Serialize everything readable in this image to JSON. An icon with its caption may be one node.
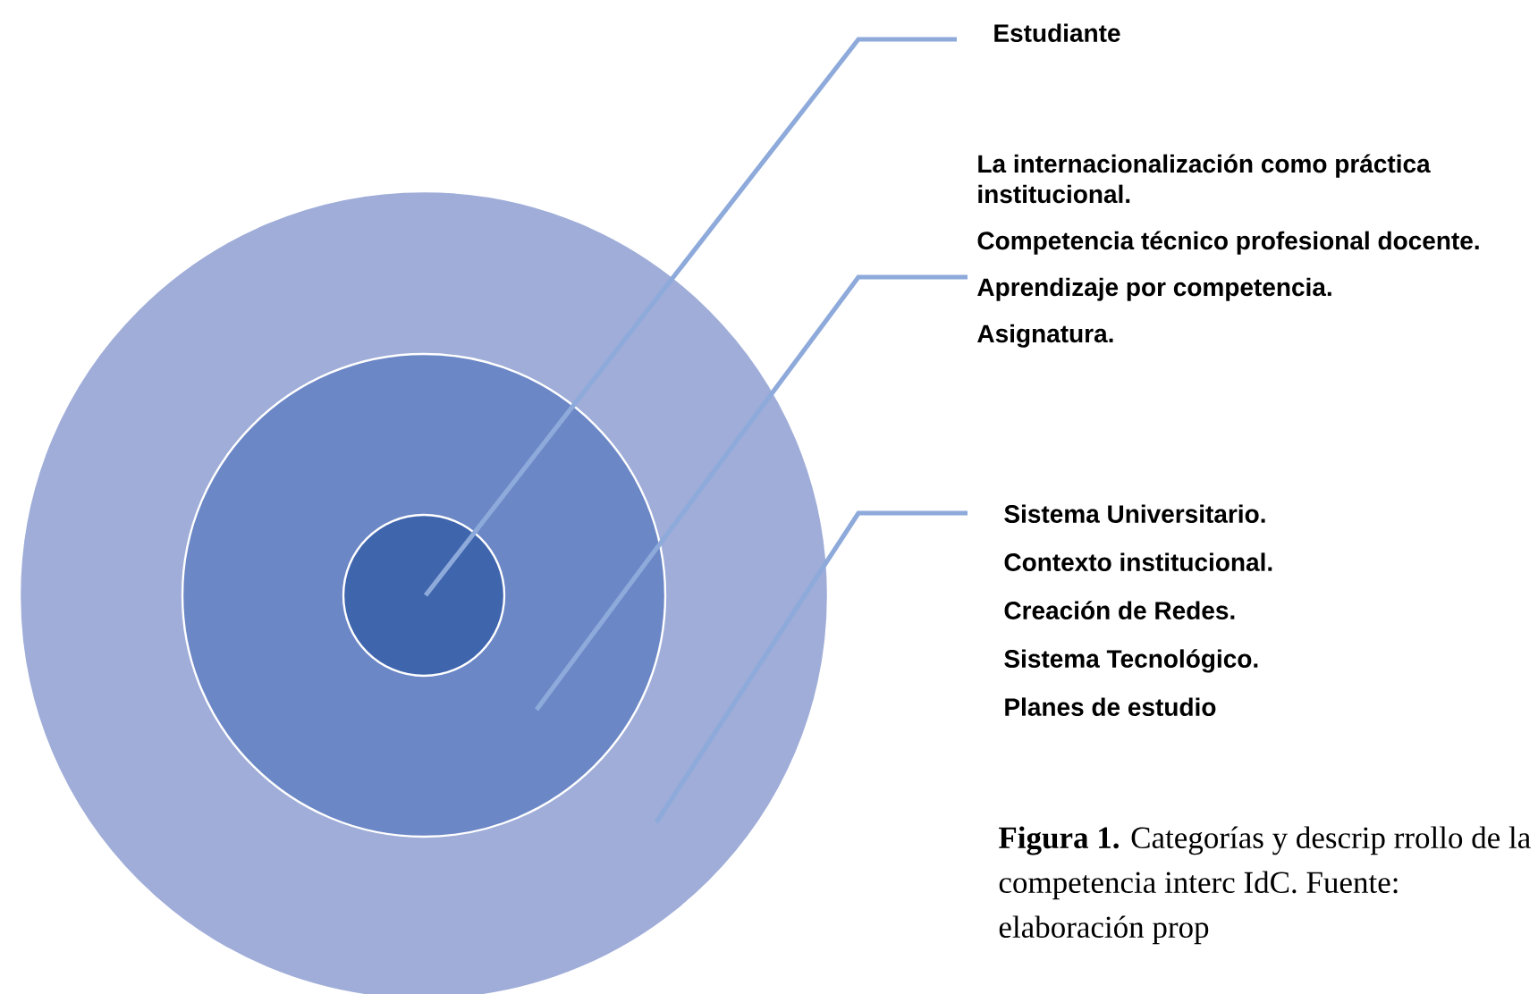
{
  "diagram": {
    "caption": "**Figura 1.** Categorías y descrip rrollo de la competencia interc IdC. Fuente: elaboración prop",
    "nodes": [
      {
        "text": [],
        "shape": "circle"
      },
      {
        "text": [],
        "shape": "circle",
        "in": 0
      },
      {
        "text": [],
        "shape": "circle",
        "in": 1
      },
      {
        "text": [
          "Estudiante"
        ]
      },
      {
        "text": [
          "La internacionalización como práctica institucional.",
          "Competencia técnico profesional docente.",
          "Aprendizaje por competencia.",
          "Asignatura."
        ]
      },
      {
        "text": [
          "Sistema Universitario.",
          "Contexto institucional.",
          "Creación de Redes.",
          "Sistema Tecnológico.",
          "Planes de estudio"
        ]
      }
    ],
    "edges": [
      {
        "from": 3,
        "to": 2,
        "arrow": "none"
      },
      {
        "from": 4,
        "to": 1,
        "arrow": "none"
      },
      {
        "from": 5,
        "to": 0,
        "arrow": "none"
      }
    ]
  }
}
